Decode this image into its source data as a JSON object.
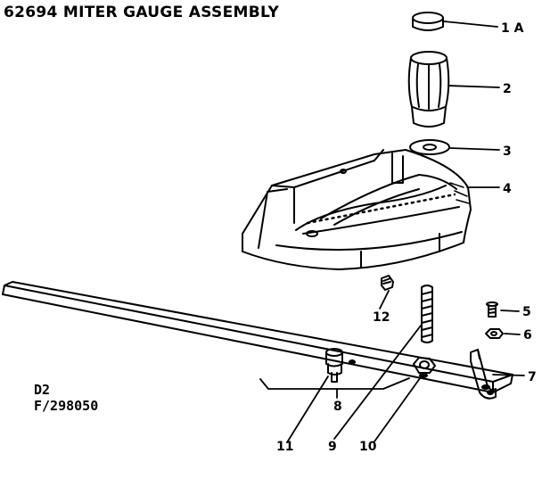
{
  "title": "62694 MITER GAUGE ASSEMBLY",
  "footer": {
    "line1": "D2",
    "line2": "F/298050"
  },
  "callouts": {
    "p1a": "1 A",
    "p2": "2",
    "p3": "3",
    "p4": "4",
    "p5": "5",
    "p6": "6",
    "p7": "7",
    "p8": "8",
    "p9": "9",
    "p10": "10",
    "p11": "11",
    "p12": "12"
  },
  "parts": [
    {
      "callout": "1 A",
      "name": "knob-cap"
    },
    {
      "callout": "2",
      "name": "handle-knob"
    },
    {
      "callout": "3",
      "name": "washer"
    },
    {
      "callout": "4",
      "name": "miter-gauge-body"
    },
    {
      "callout": "5",
      "name": "screw"
    },
    {
      "callout": "6",
      "name": "nut"
    },
    {
      "callout": "7",
      "name": "bracket"
    },
    {
      "callout": "8",
      "name": "miter-bar"
    },
    {
      "callout": "9",
      "name": "threaded-stud"
    },
    {
      "callout": "10",
      "name": "hex-nut"
    },
    {
      "callout": "11",
      "name": "stop-pin"
    },
    {
      "callout": "12",
      "name": "set-screw"
    }
  ]
}
